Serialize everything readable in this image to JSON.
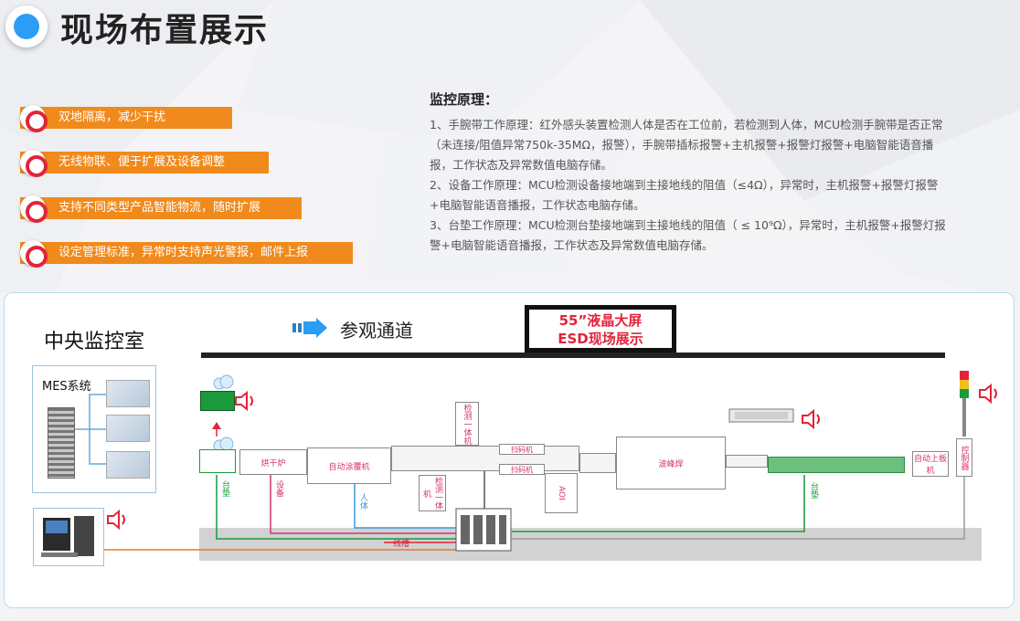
{
  "header": {
    "title": "现场布置展示"
  },
  "features": [
    {
      "text": "双地隔离，减少干扰"
    },
    {
      "text": "无线物联、便于扩展及设备调整"
    },
    {
      "text": "支持不同类型产品智能物流，随时扩展"
    },
    {
      "text": "设定管理标准，异常时支持声光警报，邮件上报"
    }
  ],
  "principle": {
    "title": "监控原理：",
    "items": [
      "1、手腕带工作原理：红外感头装置检测人体是否在工位前，若检测到人体，MCU检测手腕带是否正常（未连接/阻值异常750k-35MΩ，报警），手腕带插标报警+主机报警+报警灯报警+电脑智能语音播报，工作状态及异常数值电脑存储。",
      "2、设备工作原理：MCU检测设备接地端到主接地线的阻值（≤4Ω），异常时，主机报警+报警灯报警+电脑智能语音播报，工作状态电脑存储。",
      "3、台垫工作原理：MCU检测台垫接地端到主接地线的阻值（ ≤ 10⁹Ω），异常时，主机报警+报警灯报警+电脑智能语音播报，工作状态及异常数值电脑存储。"
    ]
  },
  "diagram": {
    "central_room": "中央监控室",
    "mes_label": "MES系统",
    "visit_channel": "参观通道",
    "screen_line1": "55”液晶大屏",
    "screen_line2": "ESD现场展示",
    "machines": {
      "oven": "烘干炉",
      "coater": "自动涂覆机",
      "inspect_top": "检测一体机",
      "scanner1": "扫码机",
      "scanner2": "扫码机",
      "inspect_bottom": "检测一体机",
      "aoi": "AOI",
      "wave": "波峰焊",
      "loader": "自动上板机",
      "controller": "控制器"
    },
    "labels": {
      "mat1": "台垫",
      "device": "设备",
      "human": "人体",
      "mat2": "台垫",
      "trunk": "线槽"
    }
  },
  "colors": {
    "accent": "#f08a1c",
    "ring": "#e2243a",
    "blue": "#2a9df4",
    "green": "#1b9a3b",
    "pink": "#d6336c",
    "sky": "#3a9ad9"
  }
}
